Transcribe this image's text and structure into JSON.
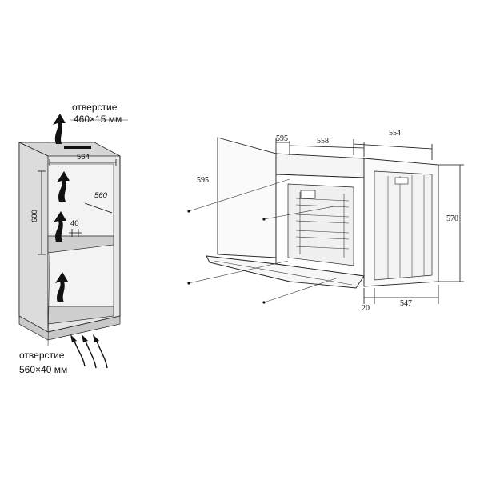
{
  "cabinet": {
    "top_opening_line1": "отверстие",
    "top_opening_line2": "460×15 мм",
    "bottom_opening_line1": "отверстие",
    "bottom_opening_line2": "560×40 мм",
    "dim_width": "564",
    "dim_depth": "560",
    "dim_height": "600",
    "dim_gap": "40"
  },
  "oven": {
    "dim_front_height": "595",
    "dim_front_width_part": "595",
    "dim_inner_width": "558",
    "dim_body_depth": "554",
    "dim_body_height": "570",
    "dim_front_thickness": "20",
    "dim_bottom_depth": "547"
  },
  "colors": {
    "line": "#222222",
    "panel_fill": "#ececec",
    "cabinet_gray": "#d9d9d9"
  }
}
